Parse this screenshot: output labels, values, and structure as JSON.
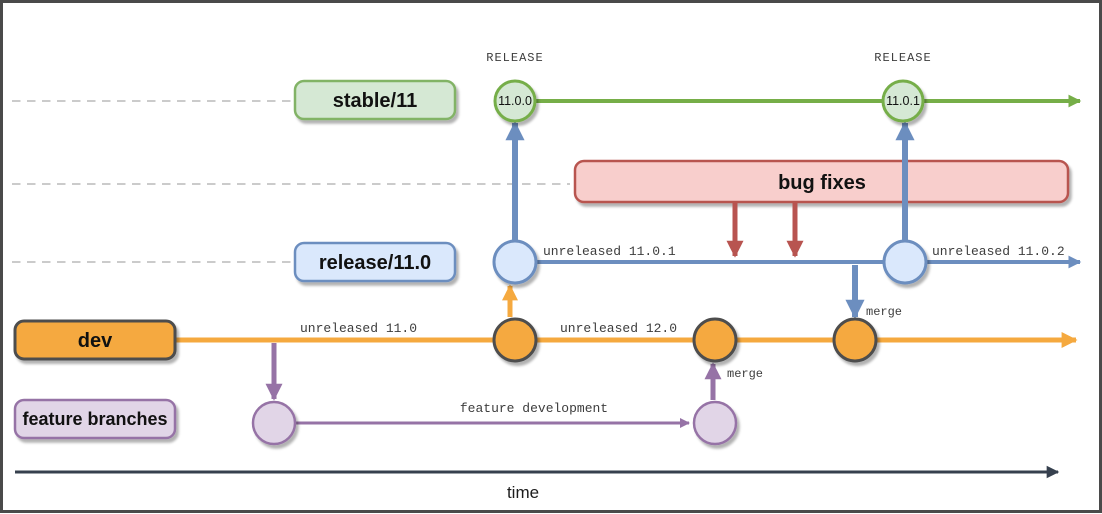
{
  "diagram": {
    "labels": {
      "stable": "stable/11",
      "release": "release/11.0",
      "dev": "dev",
      "feature": "feature branches",
      "bug_fixes": "bug fixes"
    },
    "annotations": {
      "release_tag_1": "RELEASE",
      "release_tag_2": "RELEASE",
      "unreleased_11_0": "unreleased 11.0",
      "unreleased_11_0_1": "unreleased 11.0.1",
      "unreleased_11_0_2": "unreleased 11.0.2",
      "unreleased_12_0": "unreleased 12.0",
      "feature_development": "feature development",
      "merge_feature": "merge",
      "merge_release": "merge",
      "time": "time"
    },
    "commits": {
      "stable_11_0_0": "11.0.0",
      "stable_11_0_1": "11.0.1"
    },
    "colors": {
      "stable_green_line": "#76AE48",
      "stable_fill": "#D5E8D4",
      "stable_border": "#82B366",
      "release_blue": "#6C8EBF",
      "release_fill": "#DAE8FC",
      "dev_orange": "#F5A93F",
      "dev_node_border": "#4D4D4D",
      "feature_purple": "#9673A6",
      "feature_fill": "#E1D5E7",
      "bugfix_red": "#B85450",
      "bugfix_fill": "#F8CECC",
      "time_axis_dark": "#36404E",
      "guide_gray": "#CBCBCB"
    }
  }
}
